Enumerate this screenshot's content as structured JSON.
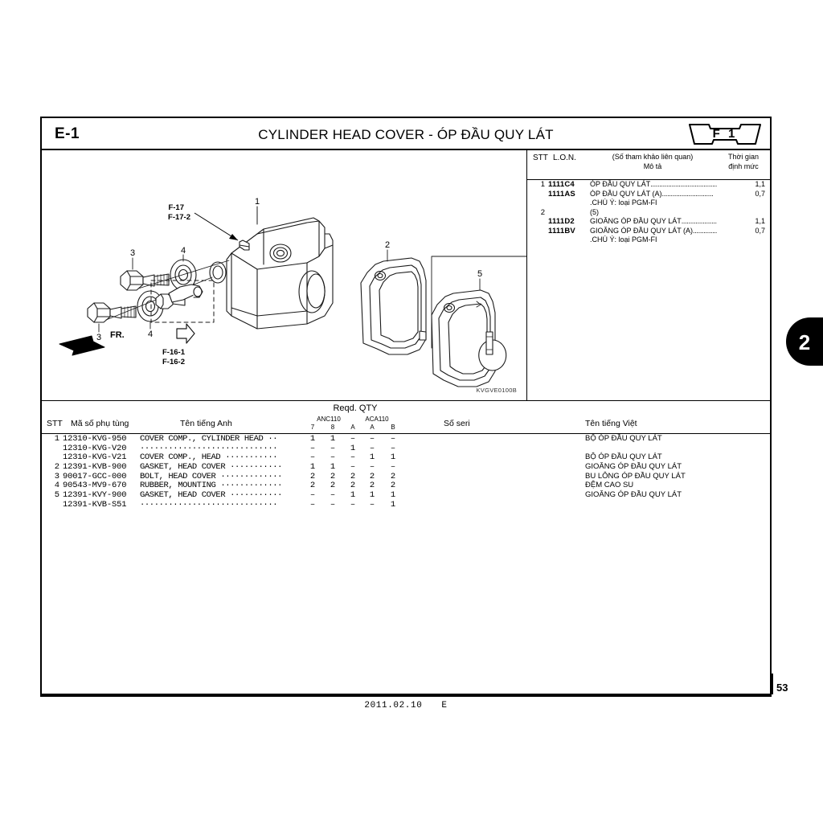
{
  "header": {
    "section_code": "E-1",
    "title": "CYLINDER HEAD COVER - ÓP ĐẦU QUY LÁT",
    "fig_tag": "F 1"
  },
  "diagram": {
    "drawing_code": "KVGVE0100B",
    "callouts": [
      "1",
      "2",
      "3",
      "4",
      "5"
    ],
    "refs": [
      "F-17",
      "F-17-2",
      "F-16-1",
      "F-16-2"
    ],
    "direction_label": "FR."
  },
  "lon_table": {
    "headers": {
      "stt": "STT",
      "lon": "L.O.N.",
      "desc_line1": "(Số tham khảo liên quan)",
      "desc_line2": "Mô tả",
      "time_line1": "Thời gian",
      "time_line2": "định mức"
    },
    "rows": [
      {
        "stt": "1",
        "code": "1111C4",
        "desc": "ÓP ĐẦU QUY LÁT",
        "dots": "......................................",
        "time": "1,1"
      },
      {
        "stt": "",
        "code": "1111AS",
        "desc": "ÓP ĐẦU QUY LÁT (A)",
        "dots": ".............................",
        "time": "0,7"
      },
      {
        "stt": "",
        "code": "",
        "desc": ".CHÚ Ý: loại PGM-FI",
        "dots": "",
        "time": ""
      },
      {
        "stt": "2",
        "code": "",
        "desc": "(5)",
        "dots": "",
        "time": ""
      },
      {
        "stt": "",
        "code": "1111D2",
        "desc": "GIOĂNG ÓP ĐẦU QUY LÁT",
        "dots": "....................",
        "time": "1,1"
      },
      {
        "stt": "",
        "code": "1111BV",
        "desc": "GIOĂNG ÓP ĐẦU QUY LÁT (A)",
        "dots": "...............",
        "time": "0,7"
      },
      {
        "stt": "",
        "code": "",
        "desc": ".CHÚ Ý: loại PGM-FI",
        "dots": "",
        "time": ""
      }
    ]
  },
  "parts_table": {
    "headers": {
      "stt": "STT",
      "part_number": "Mã số phụ tùng",
      "english_name": "Tên tiếng Anh",
      "qty_group": "Reqd.  QTY",
      "model_1": "ANC110",
      "model_2": "ACA110",
      "sub_cols": [
        "7",
        "8",
        "A",
        "A",
        "B"
      ],
      "serial": "Số seri",
      "vietnamese_name": "Tên tiếng Việt"
    },
    "rows": [
      {
        "stt": "1",
        "part_number": "12310-KVG-950",
        "english_name": "COVER COMP., CYLINDER HEAD",
        "en_dots": "··",
        "qty": [
          "1",
          "1",
          "–",
          "–",
          "–"
        ],
        "serial": "",
        "vietnamese_name": "BỘ ÓP ĐẦU QUY LÁT"
      },
      {
        "stt": "",
        "part_number": "12310-KVG-V20",
        "english_name": "",
        "en_dots": "·····························",
        "qty": [
          "–",
          "–",
          "1",
          "–",
          "–"
        ],
        "serial": "",
        "vietnamese_name": ""
      },
      {
        "stt": "",
        "part_number": "12310-KVG-V21",
        "english_name": "COVER COMP., HEAD",
        "en_dots": "···········",
        "qty": [
          "–",
          "–",
          "–",
          "1",
          "1"
        ],
        "serial": "",
        "vietnamese_name": "BỘ ÓP ĐẦU QUY LÁT"
      },
      {
        "stt": "2",
        "part_number": "12391-KVB-900",
        "english_name": "GASKET, HEAD COVER",
        "en_dots": "···········",
        "qty": [
          "1",
          "1",
          "–",
          "–",
          "–"
        ],
        "serial": "",
        "vietnamese_name": "GIOĂNG ÓP ĐẦU QUY LÁT"
      },
      {
        "stt": "3",
        "part_number": "90017-GCC-000",
        "english_name": "BOLT, HEAD COVER",
        "en_dots": "·············",
        "qty": [
          "2",
          "2",
          "2",
          "2",
          "2"
        ],
        "serial": "",
        "vietnamese_name": "BU LÔNG ÓP ĐẦU QUY LÁT"
      },
      {
        "stt": "4",
        "part_number": "90543-MV9-670",
        "english_name": "RUBBER, MOUNTING",
        "en_dots": "·············",
        "qty": [
          "2",
          "2",
          "2",
          "2",
          "2"
        ],
        "serial": "",
        "vietnamese_name": "ĐỆM CAO SU"
      },
      {
        "stt": "5",
        "part_number": "12391-KVY-900",
        "english_name": "GASKET, HEAD COVER",
        "en_dots": "···········",
        "qty": [
          "–",
          "–",
          "1",
          "1",
          "1"
        ],
        "serial": "",
        "vietnamese_name": "GIOĂNG ÓP ĐẦU QUY LÁT"
      },
      {
        "stt": "",
        "part_number": "12391-KVB-S51",
        "english_name": "",
        "en_dots": "·····························",
        "qty": [
          "–",
          "–",
          "–",
          "–",
          "1"
        ],
        "serial": "",
        "vietnamese_name": ""
      }
    ]
  },
  "footer": {
    "date": "2011.02.10",
    "edition": "E",
    "page_number": "53"
  },
  "side_tab": {
    "label": "2"
  },
  "colors": {
    "ink": "#000000",
    "paper": "#ffffff",
    "tab_bg": "#000000"
  }
}
